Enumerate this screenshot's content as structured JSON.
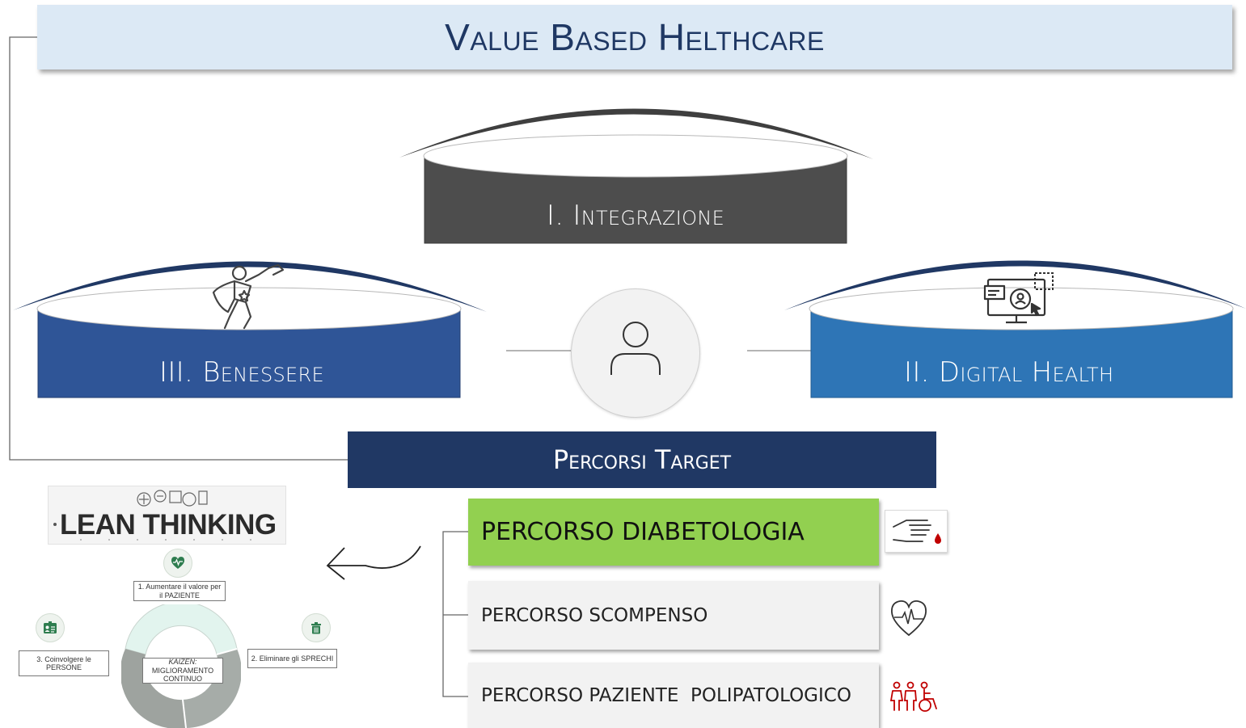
{
  "title": "Value Based Helthcare",
  "pillars": [
    {
      "id": "integrazione",
      "label": "I. Integrazione",
      "color": "#4d4d4d"
    },
    {
      "id": "digital",
      "label": "II. Digital Health",
      "color": "#2e75b6"
    },
    {
      "id": "benessere",
      "label": "III. Benessere",
      "color": "#2f5597"
    }
  ],
  "percorsi": {
    "title": "Percorsi Target",
    "items": [
      {
        "label": "PERCORSO DIABETOLOGIA",
        "color": "#92d050",
        "icon": "finger-blood-drop-icon"
      },
      {
        "label": "PERCORSO SCOMPENSO",
        "color": "#f2f2f2",
        "icon": "heart-pulse-icon"
      },
      {
        "label": "PERCORSO PAZIENTE  POLIPATOLOGICO",
        "color": "#f2f2f2",
        "icon": "people-wheelchair-icon"
      }
    ]
  },
  "lean": {
    "title": "LEAN THINKING",
    "kaizen_title": "KAIZEN:",
    "kaizen_subtitle": "MIGLIORAMENTO CONTINUO",
    "steps": [
      "1. Aumentare il valore per il PAZIENTE",
      "2. Eliminare gli SPRECHI",
      "3. Coinvolgere le PERSONE"
    ]
  },
  "colors": {
    "navy": "#203864",
    "title_bg": "#dce9f5",
    "green": "#92d050",
    "kaizen_teal": "#e2f4ee",
    "kaizen_gray": "#a6aca8"
  }
}
